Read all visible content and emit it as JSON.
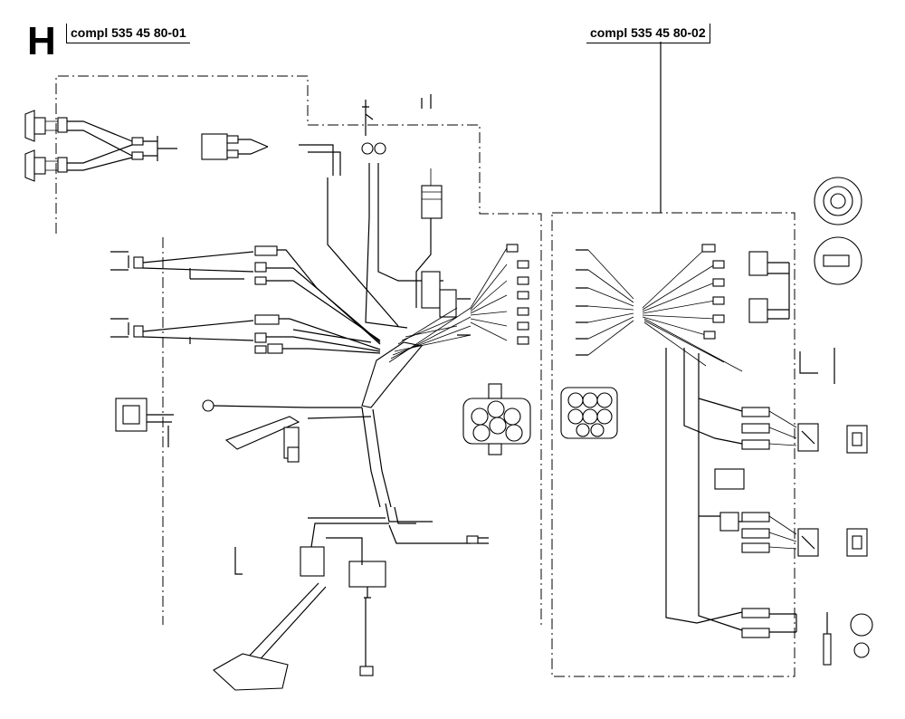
{
  "section": {
    "letter": "H"
  },
  "kits": {
    "left": {
      "label": "compl 535 45 80-01"
    },
    "right": {
      "label": "compl 535 45 80-02"
    }
  }
}
